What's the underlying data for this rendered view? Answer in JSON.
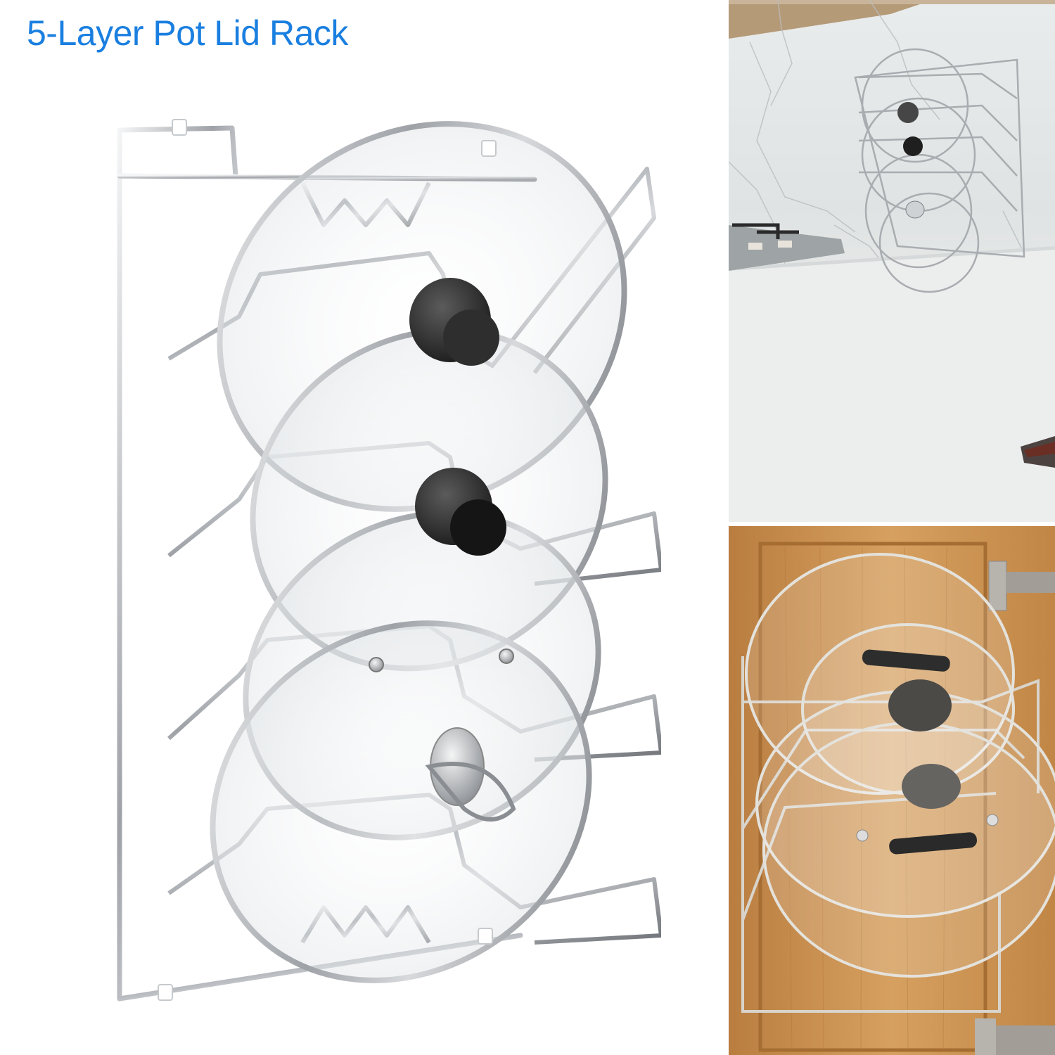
{
  "header": {
    "title": "5-Layer Pot Lid Rack",
    "title_color": "#1a7fe0"
  },
  "main_photo": {
    "subject": "chrome wall-mounted pot lid rack holding 4 glass lids",
    "layers": 5,
    "lid_knob_colors": [
      "#3a3a3a",
      "#1f1f1f"
    ],
    "wire_color": "#b9bcc0"
  },
  "side_photos": [
    {
      "subject": "rack mounted on marble kitchen backsplash above countertop with stove"
    },
    {
      "subject": "rack mounted inside wooden cabinet door holding glass lids"
    }
  ],
  "colors": {
    "background": "#ffffff",
    "wood": "#c88c4b",
    "marble": "#e6e8e7"
  }
}
